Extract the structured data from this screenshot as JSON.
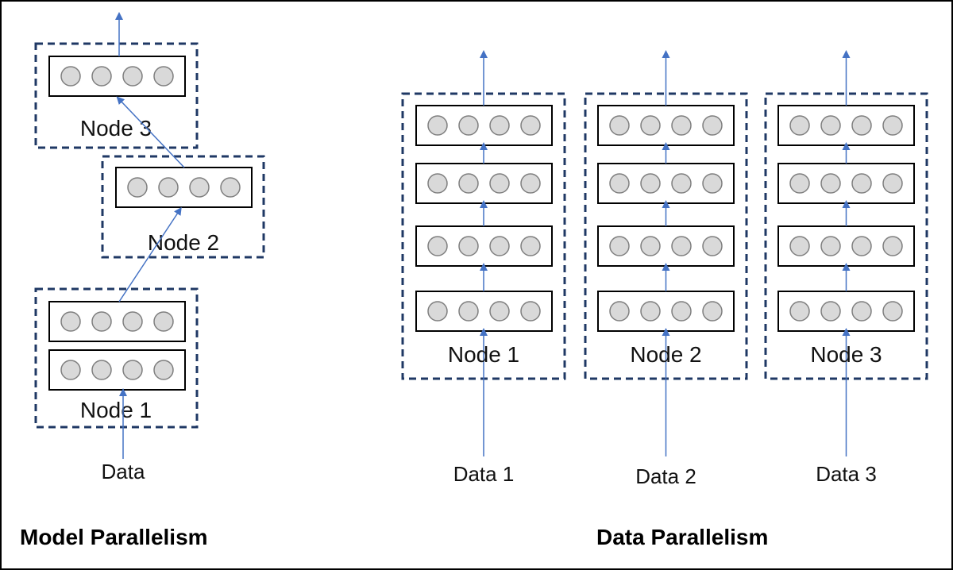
{
  "colors": {
    "frame": "#000000",
    "dashed_box": "#1F3864",
    "layer_box": "#000000",
    "neuron_fill": "#D9D9D9",
    "neuron_stroke": "#7F7F7F",
    "arrow": "#4472C4",
    "text": "#111111"
  },
  "model_parallelism": {
    "title": "Model Parallelism",
    "data_label": "Data",
    "nodes": [
      {
        "label": "Node 3",
        "layers": 1
      },
      {
        "label": "Node 2",
        "layers": 1
      },
      {
        "label": "Node 1",
        "layers": 2
      }
    ]
  },
  "data_parallelism": {
    "title": "Data Parallelism",
    "columns": [
      {
        "node_label": "Node 1",
        "data_label": "Data 1",
        "layers": 4
      },
      {
        "node_label": "Node 2",
        "data_label": "Data 2",
        "layers": 4
      },
      {
        "node_label": "Node 3",
        "data_label": "Data 3",
        "layers": 4
      }
    ]
  },
  "neurons_per_layer": 4,
  "icons": {
    "neuron": "circle-icon",
    "arrow": "arrow-up-icon"
  }
}
